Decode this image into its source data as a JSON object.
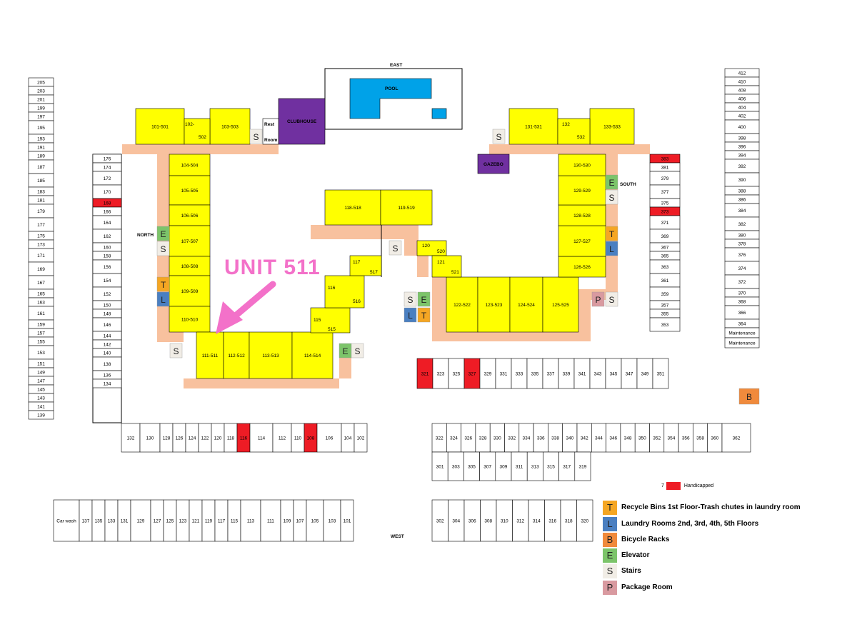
{
  "compass": {
    "east": "EAST",
    "west": "WEST",
    "north": "NORTH",
    "south": "SOUTH"
  },
  "amenities": {
    "pool": "POOL",
    "clubhouse": "CLUBHOUSE",
    "gazebo": "GAZEBO",
    "rest_room_line1": "Rest",
    "rest_room_line2": "Room"
  },
  "callout": "UNIT 511",
  "buildings": [
    "101-501",
    "102-",
    "502",
    "103-503",
    "104-504",
    "105-505",
    "106-506",
    "107-507",
    "108-508",
    "109-509",
    "110-510",
    "111-511",
    "112-512",
    "113-513",
    "114-514",
    "115",
    "515",
    "116",
    "516",
    "117",
    "517",
    "118-518",
    "119-519",
    "120",
    "520",
    "121",
    "521",
    "122-522",
    "123-523",
    "124-524",
    "125-525",
    "126-526",
    "127-527",
    "128-528",
    "129-529",
    "130-530",
    "131-531",
    "132",
    "532",
    "133-533"
  ],
  "parking": {
    "far_left": [
      "205",
      "203",
      "201",
      "199",
      "197",
      "195",
      "193",
      "191",
      "189",
      "187",
      "185",
      "183",
      "181",
      "179",
      "177",
      "175",
      "173",
      "171",
      "169",
      "167",
      "165",
      "163",
      "161",
      "159",
      "157",
      "155",
      "153",
      "151",
      "149",
      "147",
      "145",
      "143",
      "141",
      "139"
    ],
    "left_inner": [
      "176",
      "174",
      "172",
      "170",
      "168",
      "166",
      "164",
      "162",
      "160",
      "158",
      "156",
      "154",
      "152",
      "150",
      "148",
      "146",
      "144",
      "142",
      "140",
      "138",
      "136",
      "134"
    ],
    "mid_bottom": [
      "132",
      "130",
      "128",
      "126",
      "124",
      "122",
      "120",
      "118",
      "116",
      "114",
      "112",
      "110",
      "108",
      "106",
      "104",
      "102"
    ],
    "bottom_left": [
      "Car wash",
      "137",
      "135",
      "133",
      "131",
      "129",
      "127",
      "125",
      "123",
      "121",
      "119",
      "117",
      "115",
      "113",
      "111",
      "109",
      "107",
      "105",
      "103",
      "101"
    ],
    "right_inner": [
      "383",
      "381",
      "379",
      "377",
      "375",
      "373",
      "371",
      "369",
      "367",
      "365",
      "363",
      "361",
      "359",
      "357",
      "355",
      "353"
    ],
    "far_right": [
      "412",
      "410",
      "408",
      "406",
      "404",
      "402",
      "400",
      "398",
      "396",
      "394",
      "392",
      "390",
      "388",
      "386",
      "384",
      "382",
      "380",
      "378",
      "376",
      "374",
      "372",
      "370",
      "368",
      "366",
      "364",
      "Maintenance",
      "Maintenance"
    ],
    "row_321": [
      "321",
      "323",
      "325",
      "327",
      "329",
      "331",
      "333",
      "335",
      "337",
      "339",
      "341",
      "343",
      "345",
      "347",
      "349",
      "351"
    ],
    "row_322": [
      "322",
      "324",
      "326",
      "328",
      "330",
      "332",
      "334",
      "336",
      "338",
      "340",
      "342",
      "344",
      "346",
      "348",
      "350",
      "352",
      "354",
      "356",
      "358",
      "360",
      "362"
    ],
    "row_301": [
      "301",
      "303",
      "305",
      "307",
      "309",
      "311",
      "313",
      "315",
      "317",
      "319"
    ],
    "row_302": [
      "302",
      "304",
      "306",
      "308",
      "310",
      "312",
      "314",
      "316",
      "318",
      "320"
    ],
    "handicapped": [
      "168",
      "383",
      "373",
      "321",
      "327",
      "116",
      "108"
    ]
  },
  "legend": {
    "handicapped_number": "7",
    "handicapped_label": "Handicapped",
    "items": [
      {
        "letter": "T",
        "label": "Recycle Bins 1st Floor-Trash chutes in laundry room",
        "color": "#f5a623"
      },
      {
        "letter": "L",
        "label": "Laundry Rooms 2nd, 3rd, 4th, 5th Floors",
        "color": "#4a7fc1"
      },
      {
        "letter": "B",
        "label": "Bicycle Racks",
        "color": "#f08a3c"
      },
      {
        "letter": "E",
        "label": "Elevator",
        "color": "#7cc46a"
      },
      {
        "letter": "S",
        "label": "Stairs",
        "color": "#f1ede6"
      },
      {
        "letter": "P",
        "label": "Package Room",
        "color": "#d99aa0"
      }
    ]
  },
  "colors": {
    "building": "#ffff00",
    "walkway": "#f8c19e",
    "pool": "#00a2e8",
    "clubhouse": "#7030a0",
    "handicapped": "#ee1c25",
    "callout": "#f371c9"
  }
}
